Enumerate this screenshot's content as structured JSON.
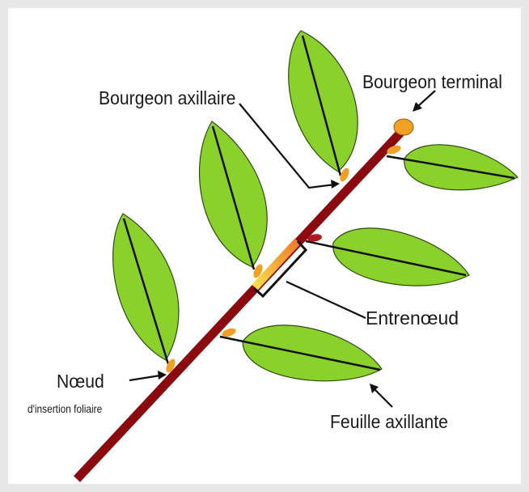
{
  "diagram": {
    "labels": {
      "bourgeon_terminal": "Bourgeon terminal",
      "bourgeon_axillaire": "Bourgeon axillaire",
      "entrenoeud": "Entrenœud",
      "noeud": "Nœud",
      "noeud_detail": "d'insertion foliaire",
      "feuille_axillante": "Feuille axillante"
    },
    "colors": {
      "stem": "#8b0a0f",
      "leaf": "#8bd12c",
      "bud": "#f0a024",
      "internode": "#f2c43d",
      "line": "#111111"
    }
  }
}
